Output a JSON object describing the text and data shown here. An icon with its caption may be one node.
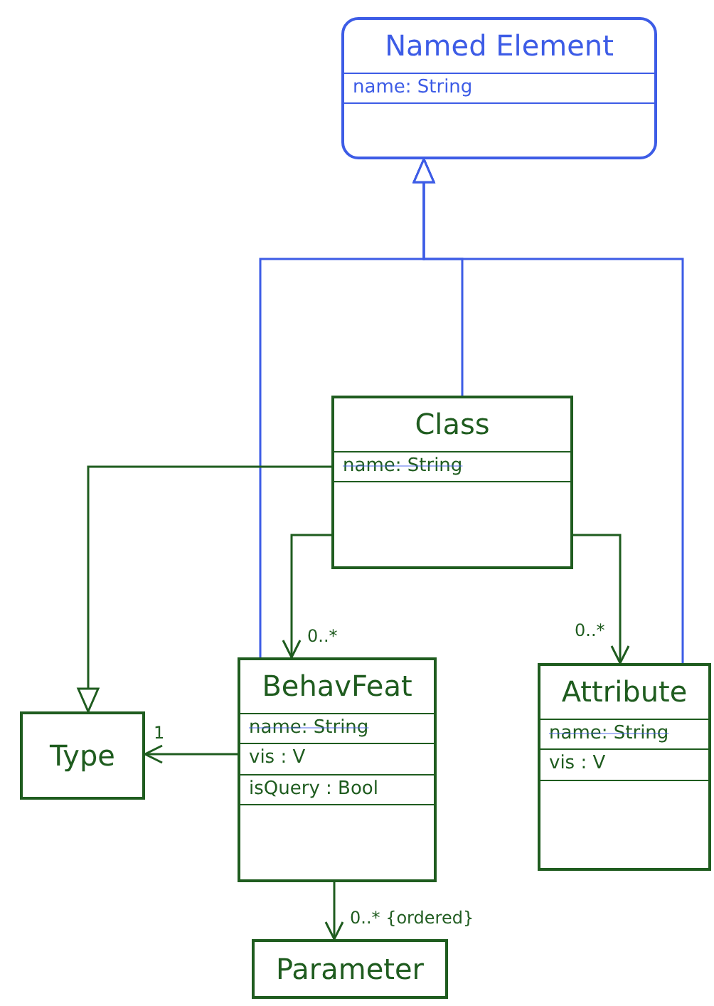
{
  "diagram": {
    "nodes": [
      {
        "text": [
          "Named Element",
          "name: String"
        ]
      },
      {
        "text": [
          "Class",
          "name: String"
        ]
      },
      {
        "text": [
          "Type"
        ]
      },
      {
        "text": [
          "BehavFeat",
          "name: String",
          "vis : V",
          "isQuery : Bool"
        ]
      },
      {
        "text": [
          "Attribute",
          "name: String",
          "vis : V"
        ]
      },
      {
        "text": [
          "Parameter"
        ]
      }
    ],
    "edges": [
      {
        "from": 1,
        "to": 0,
        "arrow": "to",
        "color": "#3d5ce6"
      },
      {
        "from": 3,
        "to": 0,
        "arrow": "to",
        "color": "#3d5ce6"
      },
      {
        "from": 4,
        "to": 0,
        "arrow": "to",
        "color": "#3d5ce6"
      },
      {
        "from": 1,
        "to": 2,
        "arrow": "to"
      },
      {
        "from": 1,
        "to": 3,
        "arrow": "to",
        "label": "0..*"
      },
      {
        "from": 1,
        "to": 4,
        "arrow": "to",
        "label": "0..*"
      },
      {
        "from": 3,
        "to": 2,
        "arrow": "to",
        "label": "1"
      },
      {
        "from": 3,
        "to": 5,
        "arrow": "to",
        "label": "0..* {ordered}"
      }
    ]
  }
}
